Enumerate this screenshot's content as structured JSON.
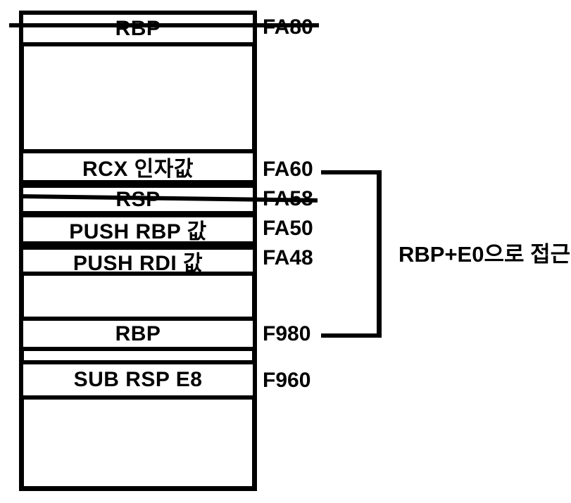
{
  "colors": {
    "background": "#ffffff",
    "stroke": "#000000"
  },
  "stack": {
    "rows": [
      {
        "id": "rbp-top",
        "label": "RBP",
        "address": "FA80",
        "struck": true
      },
      {
        "id": "rcx",
        "label": "RCX 인자값",
        "address": "FA60",
        "struck": false
      },
      {
        "id": "rsp",
        "label": "RSP",
        "address": "FA58",
        "struck": true
      },
      {
        "id": "push-rbp",
        "label": "PUSH RBP 값",
        "address": "FA50",
        "struck": false
      },
      {
        "id": "push-rdi",
        "label": "PUSH RDI 값",
        "address": "FA48",
        "struck": false
      },
      {
        "id": "rbp-saved",
        "label": "RBP",
        "address": "F980",
        "struck": false
      },
      {
        "id": "sub-rsp",
        "label": "SUB RSP E8",
        "address": "F960",
        "struck": false
      }
    ]
  },
  "bracket": {
    "from_address": "FA60",
    "to_address": "F980"
  },
  "annotation": {
    "text": "RBP+E0으로 접근"
  }
}
